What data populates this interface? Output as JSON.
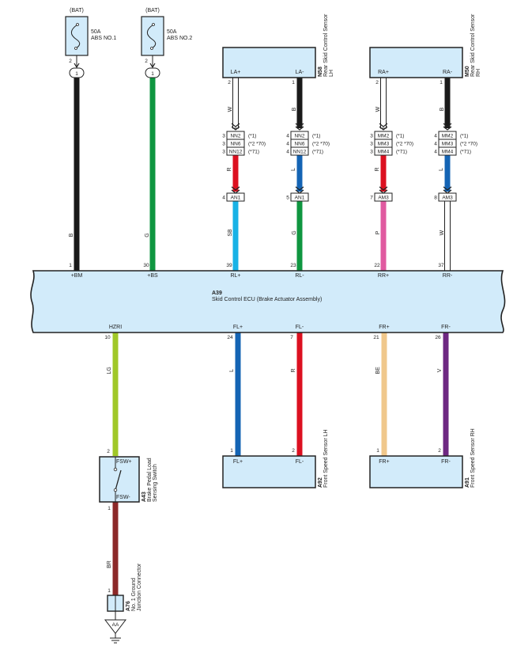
{
  "fuses": [
    {
      "source": "(BAT)",
      "rating": "50A",
      "name": "ABS NO.1",
      "pin": "2",
      "junction": "1"
    },
    {
      "source": "(BAT)",
      "rating": "50A",
      "name": "ABS NO.2",
      "pin": "2",
      "junction": "1"
    }
  ],
  "rear_sensors": [
    {
      "id": "N58",
      "name": "Rear Skid Control Sensor",
      "side": "LH",
      "terminals": [
        {
          "label": "LA+",
          "pin": "2",
          "wire_color": "W",
          "connectors": [
            {
              "pin": "3",
              "name": "NN2",
              "note": "(*1)"
            },
            {
              "pin": "3",
              "name": "NN6",
              "note": "(*2 *70)"
            },
            {
              "pin": "3",
              "name": "NN12",
              "note": "(*71)"
            }
          ],
          "mid_color": "R",
          "joint": {
            "pin": "4",
            "name": "AN1"
          },
          "lower_color": "SB",
          "ecu_pin": "39",
          "ecu_label": "RL+"
        },
        {
          "label": "LA-",
          "pin": "1",
          "wire_color": "B",
          "connectors": [
            {
              "pin": "4",
              "name": "NN2",
              "note": "(*1)"
            },
            {
              "pin": "4",
              "name": "NN6",
              "note": "(*2 *70)"
            },
            {
              "pin": "4",
              "name": "NN12",
              "note": "(*71)"
            }
          ],
          "mid_color": "L",
          "joint": {
            "pin": "5",
            "name": "AN1"
          },
          "lower_color": "G",
          "ecu_pin": "23",
          "ecu_label": "RL-"
        }
      ]
    },
    {
      "id": "M50",
      "name": "Rear Skid Control Sensor",
      "side": "RH",
      "terminals": [
        {
          "label": "RA+",
          "pin": "2",
          "wire_color": "W",
          "connectors": [
            {
              "pin": "3",
              "name": "MM2",
              "note": "(*1)"
            },
            {
              "pin": "3",
              "name": "MM3",
              "note": "(*2 *70)"
            },
            {
              "pin": "3",
              "name": "MM4",
              "note": "(*71)"
            }
          ],
          "mid_color": "R",
          "joint": {
            "pin": "7",
            "name": "AM3"
          },
          "lower_color": "P",
          "ecu_pin": "22",
          "ecu_label": "RR+"
        },
        {
          "label": "RA-",
          "pin": "1",
          "wire_color": "B",
          "connectors": [
            {
              "pin": "4",
              "name": "MM2",
              "note": "(*1)"
            },
            {
              "pin": "4",
              "name": "MM3",
              "note": "(*2 *70)"
            },
            {
              "pin": "4",
              "name": "MM4",
              "note": "(*71)"
            }
          ],
          "mid_color": "L",
          "joint": {
            "pin": "8",
            "name": "AM3"
          },
          "lower_color": "W",
          "ecu_pin": "37",
          "ecu_label": "RR-"
        }
      ]
    }
  ],
  "ecu": {
    "id": "A39",
    "name": "Skid Control ECU (Brake Actuator Assembly)",
    "top_terminals": [
      {
        "pin": "1",
        "label": "+BM",
        "wire_color": "B"
      },
      {
        "pin": "30",
        "label": "+BS",
        "wire_color": "G"
      },
      {
        "pin": "39",
        "label": "RL+",
        "wire_color": "SB"
      },
      {
        "pin": "23",
        "label": "RL-",
        "wire_color": "G"
      },
      {
        "pin": "22",
        "label": "RR+",
        "wire_color": "P"
      },
      {
        "pin": "37",
        "label": "RR-",
        "wire_color": "W"
      }
    ],
    "bottom_terminals": [
      {
        "pin": "10",
        "label": "HZRI",
        "wire_color": "LG"
      },
      {
        "pin": "24",
        "label": "FL+",
        "wire_color": "L"
      },
      {
        "pin": "7",
        "label": "FL-",
        "wire_color": "R"
      },
      {
        "pin": "21",
        "label": "FR+",
        "wire_color": "BE"
      },
      {
        "pin": "26",
        "label": "FR-",
        "wire_color": "V"
      }
    ]
  },
  "front_sensors": [
    {
      "id": "A92",
      "name": "Front Speed Sensor LH",
      "terminals": [
        {
          "pin": "1",
          "label": "FL+"
        },
        {
          "pin": "2",
          "label": "FL-"
        }
      ]
    },
    {
      "id": "A91",
      "name": "Front Speed Sensor RH",
      "terminals": [
        {
          "pin": "1",
          "label": "FR+"
        },
        {
          "pin": "2",
          "label": "FR-"
        }
      ]
    }
  ],
  "switch": {
    "id": "A43",
    "name_line1": "Brake Pedal Load",
    "name_line2": "Sensing Switch",
    "top_pin": "2",
    "top_label": "FSW+",
    "bottom_pin": "1",
    "bottom_label": "FSW-",
    "out_wire_color": "BR"
  },
  "ground_connector": {
    "id": "A76",
    "name_line1": "No. 1 Ground",
    "name_line2": "Junction Connector",
    "pin": "1",
    "ground_label": "AA"
  },
  "wire_colors": {
    "B": "#1a1a1a",
    "G": "#0f9640",
    "SB": "#18b2e6",
    "P": "#e05aa0",
    "W": "#ffffff",
    "R": "#dc1020",
    "L": "#1464b4",
    "LG": "#a0c828",
    "BE": "#f0c88c",
    "V": "#6e2882",
    "BR": "#8c2828"
  },
  "colors": {
    "component_fill": "#d2ebfa",
    "outline": "#222222"
  }
}
